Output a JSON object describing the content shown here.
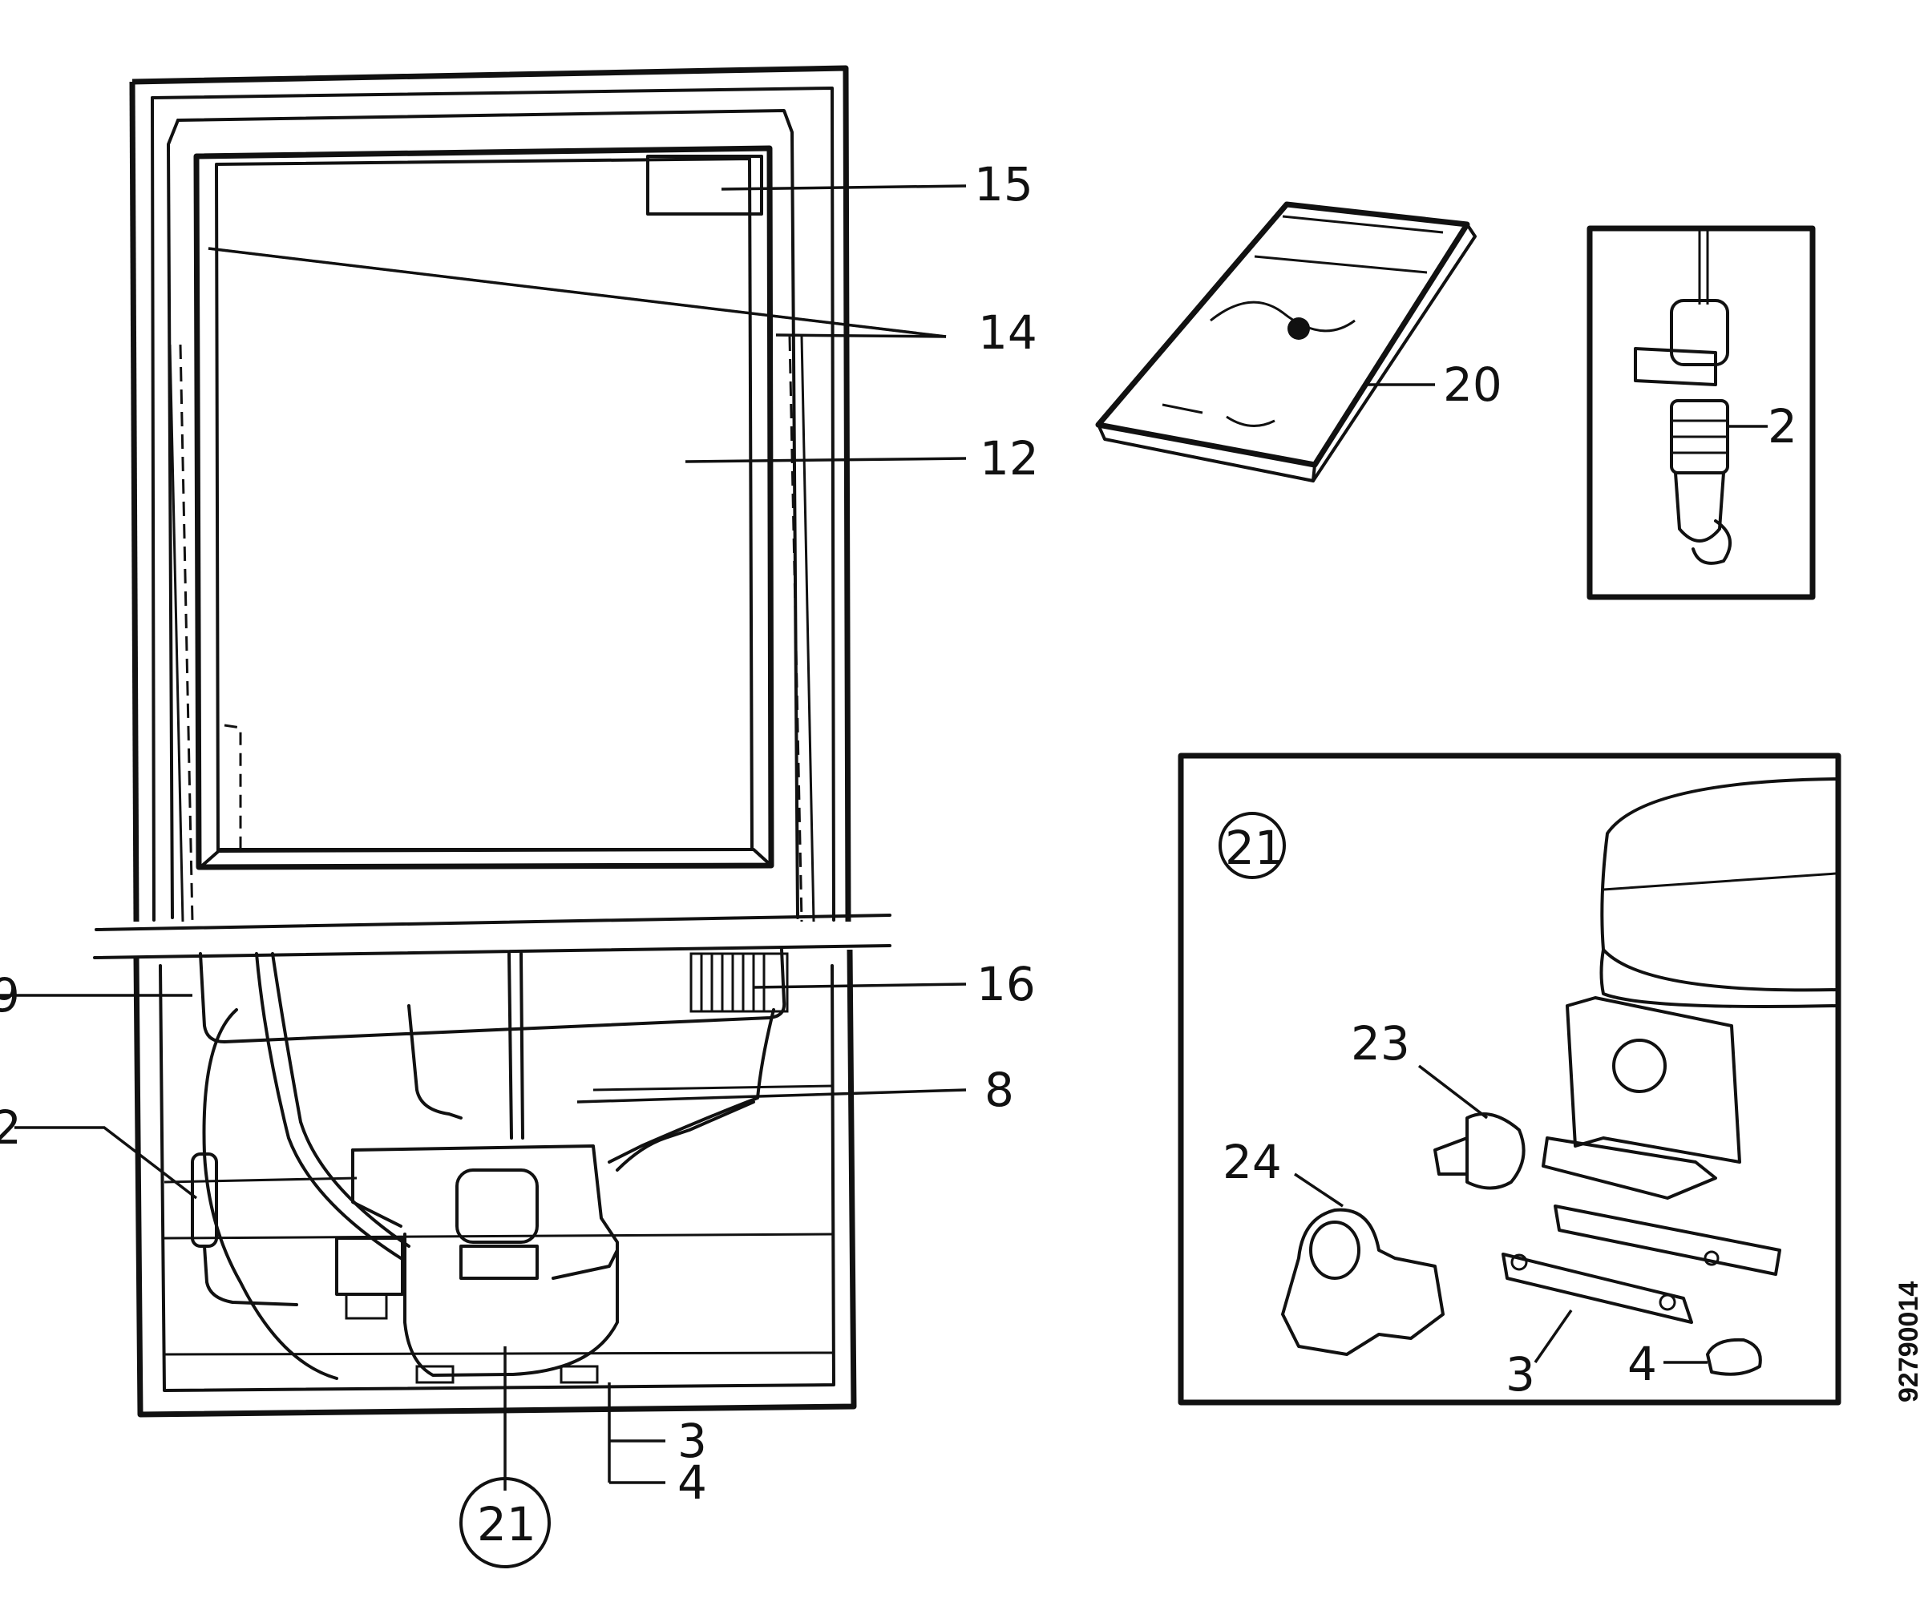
{
  "callouts": {
    "n15": "15",
    "n14": "14",
    "n12": "12",
    "n20": "20",
    "n2_inset": "2",
    "n9": "9",
    "n2_left": "2",
    "n16": "16",
    "n8": "8",
    "n3_bottom": "3",
    "n4_bottom": "4",
    "n21_bottom": "21",
    "n21_inset": "21",
    "n23": "23",
    "n24": "24",
    "n3_inset": "3",
    "n4_inset": "4"
  },
  "drawing_code": "92790014"
}
